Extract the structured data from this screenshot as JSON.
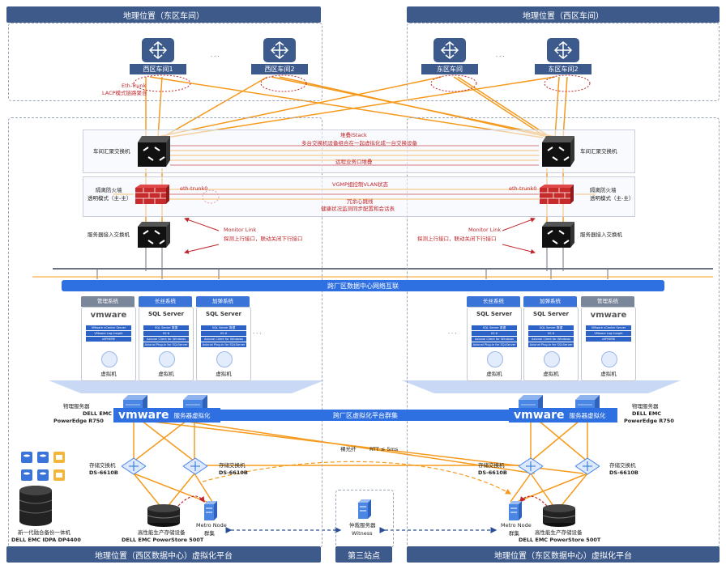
{
  "regions": {
    "top_left": "地理位置（东区车间）",
    "top_right": "地理位置（西区车间）",
    "bottom_left": "地理位置（西区数据中心）虚拟化平台",
    "bottom_mid": "第三站点",
    "bottom_right": "地理位置（东区数据中心）虚拟化平台"
  },
  "workshop_switches": {
    "left": [
      "西区车间1",
      "西区车间2"
    ],
    "right": [
      "东区车间",
      "东区车间2"
    ],
    "ellipsis": "· · ·"
  },
  "notes": {
    "eth_trunk": "Eth-Trunk",
    "lacp": "LACP模式链路聚合",
    "stack_title": "堆叠iStack",
    "stack_desc": "多台交换机设备组合在一起虚拟化成一台交换设备",
    "remote_stack": "远程业务口堆叠",
    "vgmp": "VGMP组控制VLAN状态",
    "heartbeat": "冗余心跳线",
    "health": "健康状况监测同步配置和会话表",
    "eth_trunk0_left": "eth-trunk0",
    "eth_trunk0_right": "eth-trunk0",
    "monitor_link_left": "Monitor Link",
    "monitor_link_left_2": "探测上行接口，联动关闭下行接口",
    "monitor_link_right": "Monitor Link",
    "monitor_link_right_2": "探测上行接口，联动关闭下行接口",
    "fiber": "裸光纤",
    "rtt": "RTT ≤ 5ms"
  },
  "device_labels": {
    "agg_left": "车间汇聚交换机",
    "agg_right": "车间汇聚交换机",
    "fw_left_1": "隔离防火墙",
    "fw_left_2": "透明模式（主-主）",
    "fw_right_1": "隔离防火墙",
    "fw_right_2": "透明模式（主-主）",
    "access_left": "服务器接入交换机",
    "access_right": "服务器接入交换机",
    "phys_left_1": "物理服务器",
    "phys_left_2": "DELL EMC",
    "phys_left_3": "PowerEdge R750",
    "phys_right_1": "物理服务器",
    "phys_right_2": "DELL EMC",
    "phys_right_3": "PowerEdge R750",
    "stor_sw_l1_a": "存储交换机",
    "stor_sw_l1_b": "DS-6610B",
    "stor_sw_l2_a": "存储交换机",
    "stor_sw_l2_b": "DS-6610B",
    "stor_sw_r1_a": "存储交换机",
    "stor_sw_r1_b": "DS-6610B",
    "stor_sw_r2_a": "存储交换机",
    "stor_sw_r2_b": "DS-6610B",
    "backup_1": "新一代融合备份一体机",
    "backup_2": "DELL EMC IDPA DP4400",
    "storage_left_1": "高性能生产存储设备",
    "storage_left_2": "DELL EMC PowerStore 500T",
    "storage_right_1": "高性能生产存储设备",
    "storage_right_2": "DELL EMC PowerStore 500T",
    "metro_left_1": "Metro Node",
    "metro_left_2": "群集",
    "metro_right_1": "Metro Node",
    "metro_right_2": "群集",
    "witness_1": "仲裁服务器",
    "witness_2": "Witness"
  },
  "bars": {
    "interconnect": "跨厂区数据中心网络互联",
    "cluster": "跨厂区虚拟化平台群集",
    "virt_left": "服务器虚拟化",
    "virt_right": "服务器虚拟化",
    "vmware_logo": "vmware"
  },
  "vm_boxes": {
    "left": [
      {
        "cap": "管理系统",
        "kind": "vmware",
        "rows": [
          "VMware vCenter Server",
          "VMware Log Insight",
          "vSPHERE"
        ],
        "vm": "虚拟机"
      },
      {
        "cap": "长丝系统",
        "kind": "sql",
        "rows": [
          "SQL Server 数据",
          "IIS 6",
          "Axional Client for Windows",
          "Axional Plug-in for SQLServer"
        ],
        "vm": "虚拟机"
      },
      {
        "cap": "加弹系统",
        "kind": "sql",
        "rows": [
          "SQL Server 数据",
          "IIS 6",
          "Axional Client for Windows",
          "Axional Plug-in for SQLServer"
        ],
        "vm": "虚拟机"
      }
    ],
    "right": [
      {
        "cap": "长丝系统",
        "kind": "sql",
        "rows": [
          "SQL Server 数据",
          "IIS 6",
          "Axional Client for Windows",
          "Axional Plug-in for SQLServer"
        ],
        "vm": "虚拟机"
      },
      {
        "cap": "加弹系统",
        "kind": "sql",
        "rows": [
          "SQL Server 数据",
          "IIS 6",
          "Axional Client for Windows",
          "Axional Plug-in for SQLServer"
        ],
        "vm": "虚拟机"
      },
      {
        "cap": "管理系统",
        "kind": "vmware",
        "rows": [
          "VMware vCenter Server",
          "VMware Log Insight",
          "vSPHERE"
        ],
        "vm": "虚拟机"
      }
    ],
    "ellipsis": "· · ·",
    "sql_name": "SQL Server",
    "vmware_name": "vmware"
  },
  "colors": {
    "orange": "#f59a1d",
    "red": "#c0282d",
    "blue": "#2e6fe2",
    "navy": "#3d5a8a",
    "grey": "#6c7280"
  },
  "icons": [
    "router-icon",
    "switch-icon",
    "firewall-icon",
    "server-icon",
    "storage-icon",
    "database-icon",
    "folder-icon"
  ]
}
